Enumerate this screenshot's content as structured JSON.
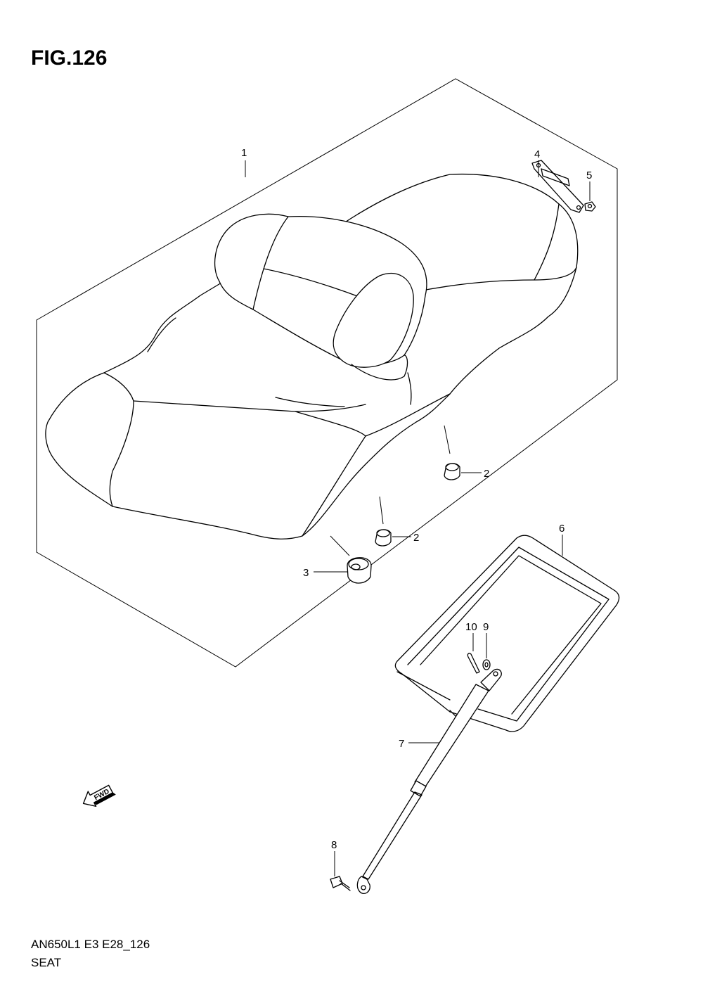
{
  "figure": {
    "title": "FIG.126"
  },
  "callouts": [
    {
      "id": "c1",
      "text": "1"
    },
    {
      "id": "c2a",
      "text": "2"
    },
    {
      "id": "c2b",
      "text": "2"
    },
    {
      "id": "c3",
      "text": "3"
    },
    {
      "id": "c4",
      "text": "4"
    },
    {
      "id": "c5",
      "text": "5"
    },
    {
      "id": "c6",
      "text": "6"
    },
    {
      "id": "c7",
      "text": "7"
    },
    {
      "id": "c8",
      "text": "8"
    },
    {
      "id": "c9",
      "text": "9"
    },
    {
      "id": "c10",
      "text": "10"
    }
  ],
  "fwd_arrow": {
    "label": "FWD"
  },
  "footer": {
    "model_code": "AN650L1 E3 E28_126",
    "section_name": "SEAT"
  }
}
